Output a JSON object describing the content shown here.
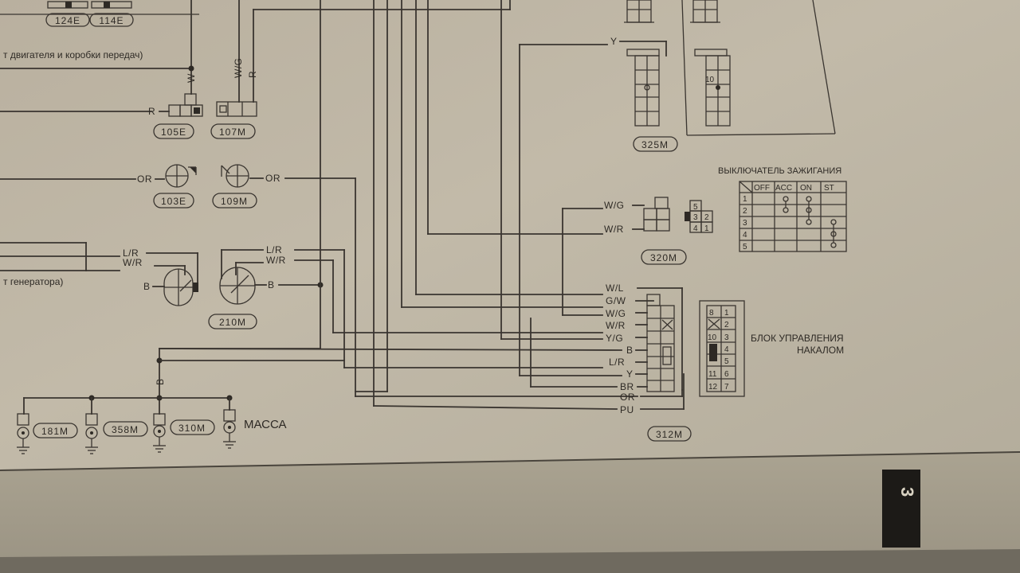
{
  "top_connectors": [
    "124E",
    "114E"
  ],
  "captions": {
    "engine_gearbox": "т двигателя и коробки передач)",
    "generator": "т генератора)",
    "massa": "МАССА",
    "ignition_switch": "ВЫКЛЮЧАТЕЛЬ ЗАЖИГАНИЯ",
    "control_unit_1": "БЛОК УПРАВЛЕНИЯ",
    "control_unit_2": "НАКАЛОМ",
    "page_number": "3"
  },
  "connectors": {
    "c105e": "105E",
    "c107m": "107M",
    "c103e": "103E",
    "c109m": "109M",
    "c210m": "210M",
    "c325m": "325M",
    "c320m": "320M",
    "c312m": "312M",
    "c181m": "181M",
    "c358m": "358M",
    "c310m": "310M"
  },
  "wires": {
    "w_vertical": "W",
    "wg_vertical": "W/G",
    "r_vertical": "R",
    "r_105e": "R",
    "or_103e": "OR",
    "or_109m": "OR",
    "lr_left": "L/R",
    "wr_left": "W/R",
    "b_left": "B",
    "lr_210m": "L/R",
    "wr_210m": "W/R",
    "b_210m": "B",
    "b_ground": "B",
    "y_325m": "Y",
    "wg_320m": "W/G",
    "wr_320m": "W/R"
  },
  "wires_312m": [
    "W/L",
    "G/W",
    "W/G",
    "W/R",
    "Y/G",
    "B",
    "L/R",
    "Y",
    "BR",
    "OR",
    "PU"
  ],
  "ign_switch": {
    "headers": [
      "OFF",
      "ACC",
      "ON",
      "ST"
    ],
    "rows": [
      "1",
      "2",
      "3",
      "4",
      "5"
    ]
  },
  "connector_320m_pins": [
    "5",
    "3",
    "2",
    "4",
    "1"
  ],
  "control_unit_pins": [
    [
      "8",
      "1"
    ],
    [
      "",
      "2"
    ],
    [
      "10",
      "3"
    ],
    [
      "",
      "4"
    ],
    [
      "",
      "5"
    ],
    [
      "11",
      "6"
    ],
    [
      "12",
      "7"
    ]
  ],
  "connector_325m_pin": "10"
}
